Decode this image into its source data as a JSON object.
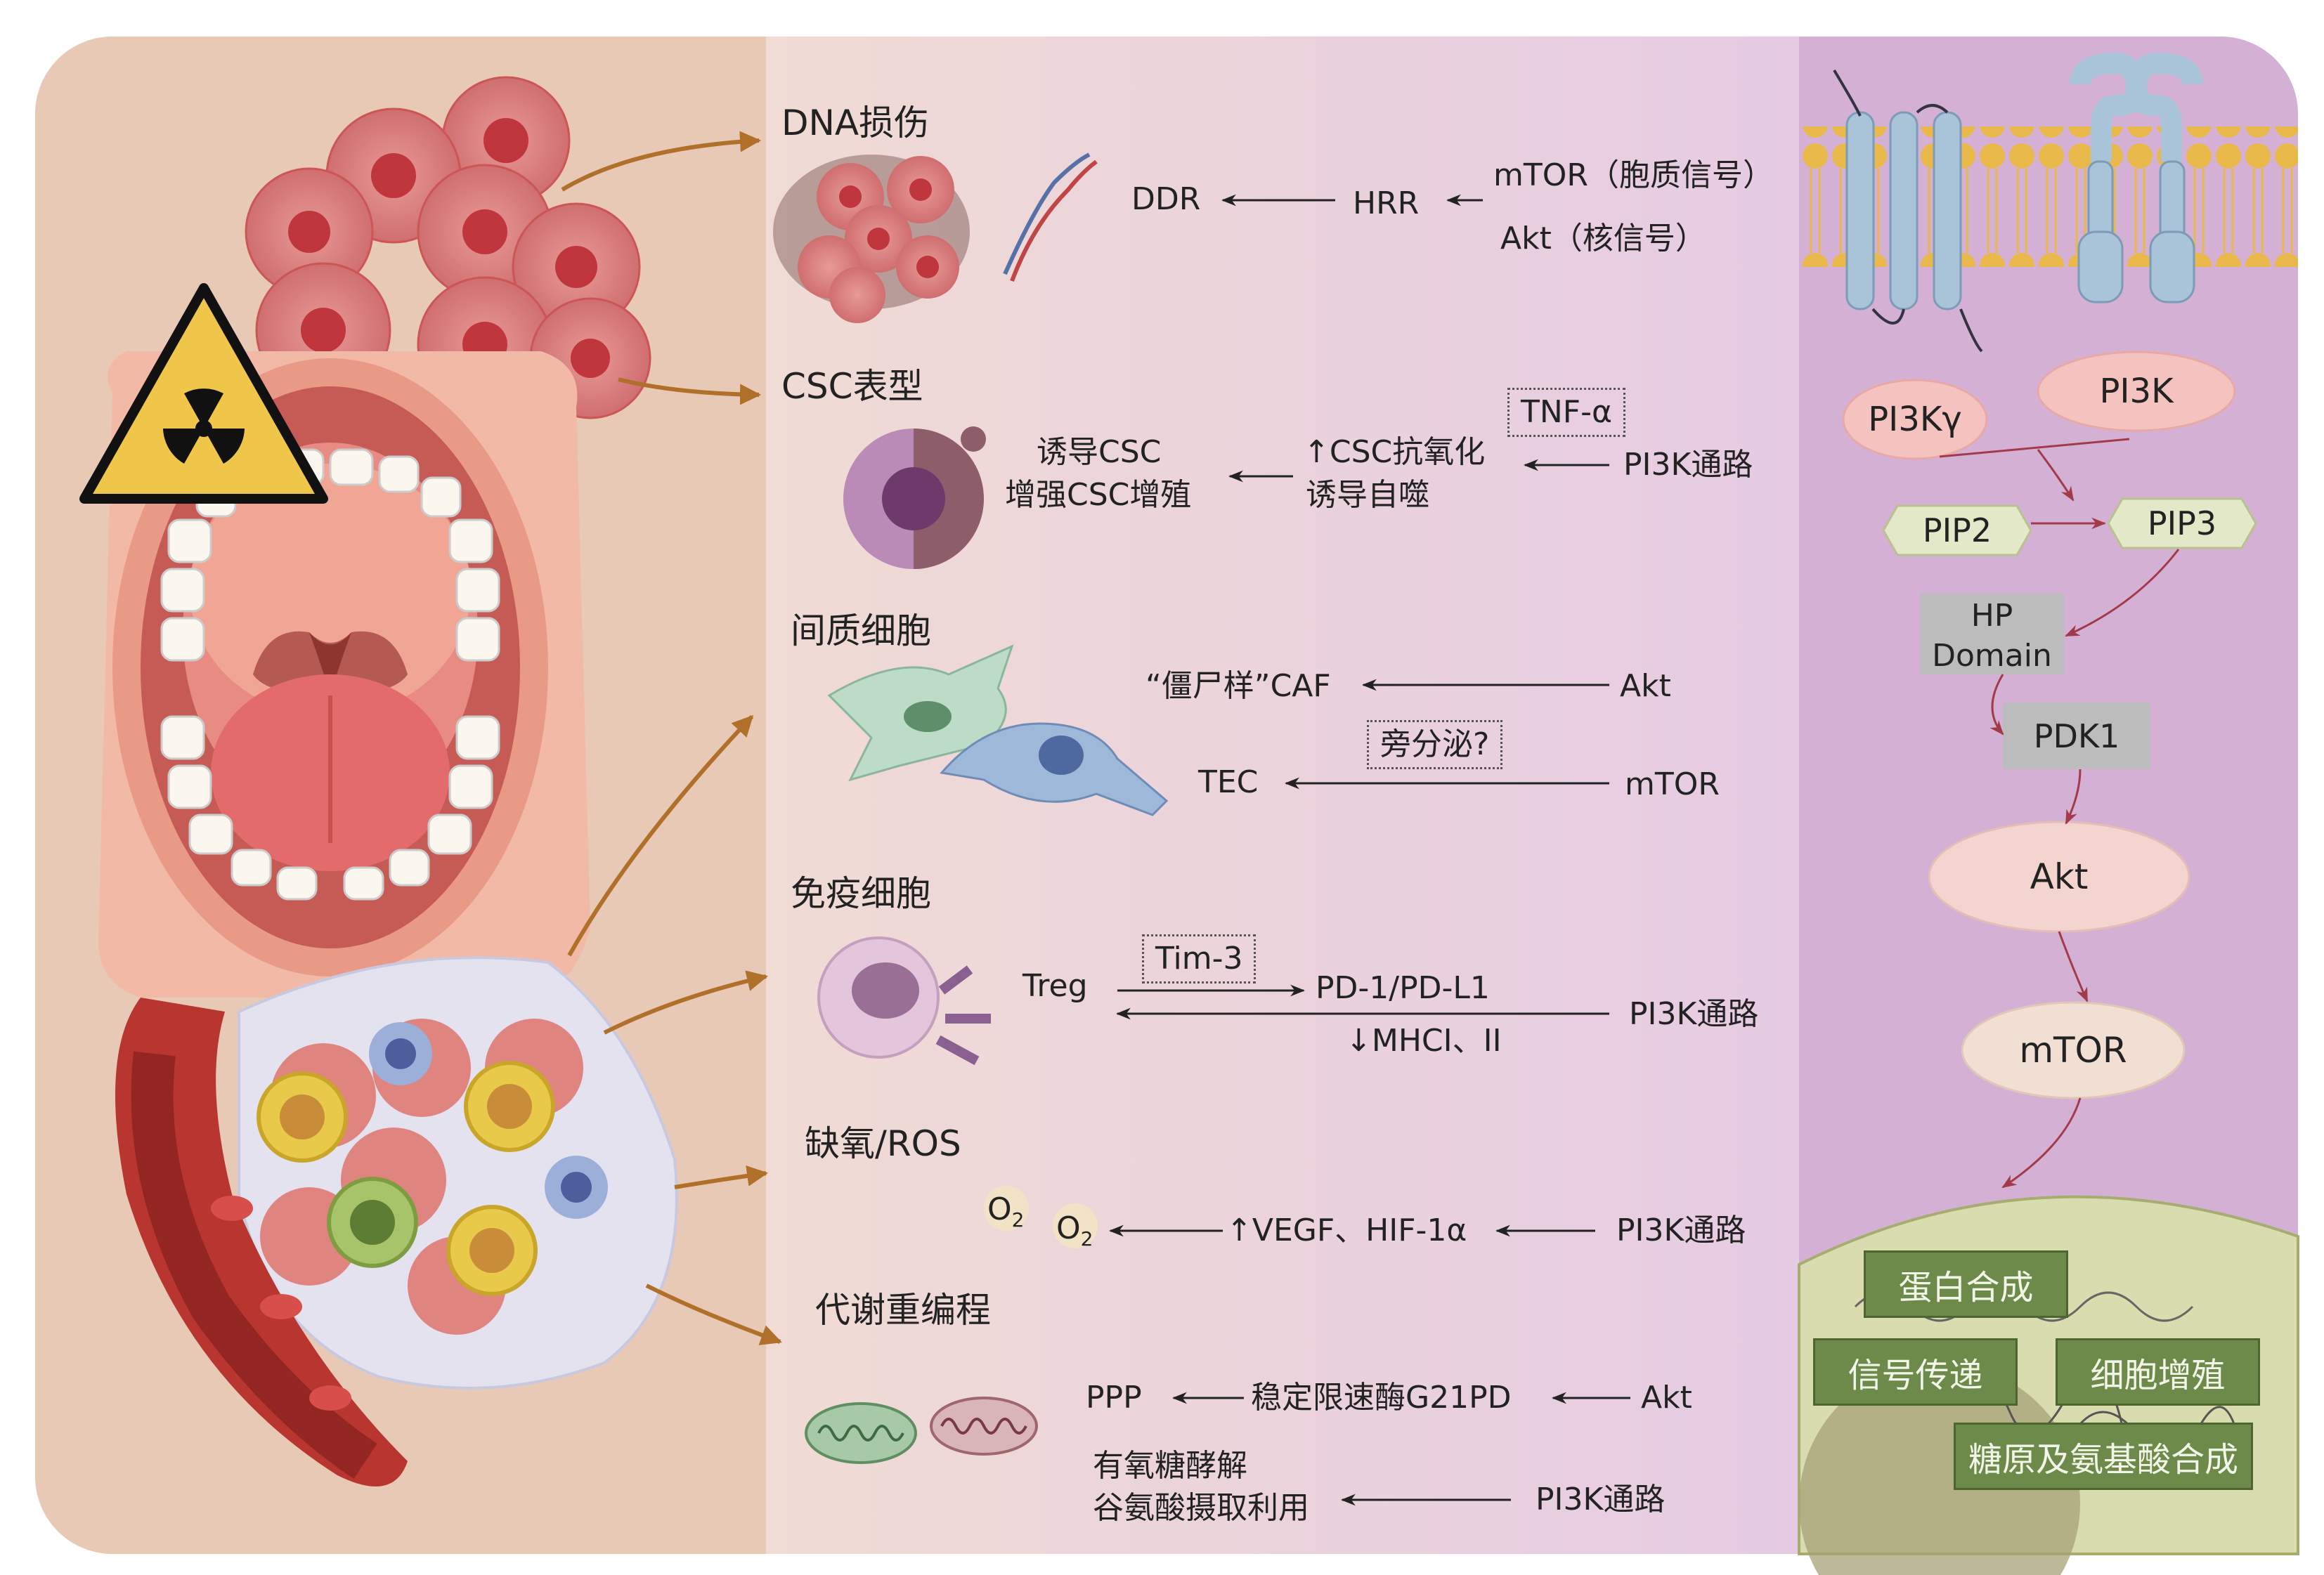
{
  "sections": {
    "dna": "DNA损伤",
    "csc": "CSC表型",
    "stroma": "间质细胞",
    "immune": "免疫细胞",
    "hypoxia": "缺氧/ROS",
    "metab": "代谢重编程"
  },
  "dna_row": {
    "ddr": "DDR",
    "hrr": "HRR",
    "mtor_cyto": "mTOR（胞质信号）",
    "akt_nuc": "Akt（核信号）"
  },
  "csc_row": {
    "tnf": "TNF-α",
    "induce": "诱导CSC",
    "enhance": "增强CSC增殖",
    "antiox": "↑CSC抗氧化",
    "autophagy": "诱导自噬",
    "pi3k": "PI3K通路"
  },
  "stroma_row": {
    "caf": "“僵尸样”CAF",
    "akt": "Akt",
    "paracrine": "旁分泌?",
    "tec": "TEC",
    "mtor": "mTOR"
  },
  "immune_row": {
    "treg": "Treg",
    "tim3": "Tim-3",
    "pd1": "PD-1/PD-L1",
    "mhc": "↓MHCI、II",
    "pi3k": "PI3K通路"
  },
  "hypoxia_row": {
    "o2a": "O",
    "o2b": "O",
    "sub": "2",
    "vegf": "↑VEGF、HIF-1α",
    "pi3k": "PI3K通路"
  },
  "metab_row": {
    "ppp": "PPP",
    "g6pd": "稳定限速酶G21PD",
    "akt": "Akt",
    "glyco": "有氧糖酵解",
    "glut": "谷氨酸摄取利用",
    "pi3k": "PI3K通路"
  },
  "pathway": {
    "pi3kg": "PI3Kγ",
    "pi3k": "PI3K",
    "pip2": "PIP2",
    "pip3": "PIP3",
    "hp": "HP",
    "domain": "Domain",
    "pdk1": "PDK1",
    "akt": "Akt",
    "mtor": "mTOR",
    "out1": "蛋白合成",
    "out2": "信号传递",
    "out3": "细胞增殖",
    "out4": "糖原及氨基酸合成"
  },
  "colors": {
    "left_bg": "#e7c9b6",
    "mid_bg_start": "#efd9d3",
    "mid_bg_end": "#e7cde4",
    "right_bg": "#d4b1d4",
    "arrow_brown": "#b0702a",
    "path_arrow": "#a33a4a"
  }
}
